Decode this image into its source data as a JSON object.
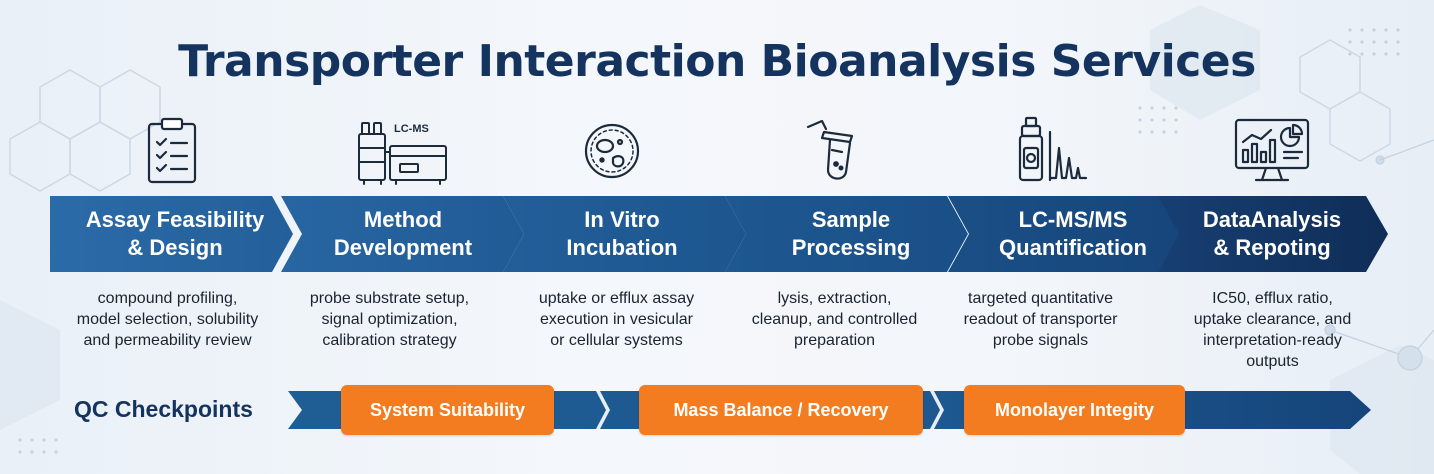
{
  "title": "Transporter Interaction Bioanalysis Services",
  "colors": {
    "title": "#14335e",
    "chevron_start": "#2a6aa6",
    "chevron_end": "#0f2d57",
    "qc_pill": "#f47c20",
    "icon_stroke": "#1b2b3c"
  },
  "steps": [
    {
      "icon": "clipboard-checklist-icon",
      "title_line1": "Assay Feasibility",
      "title_line2": "& Design",
      "desc_line1": "compound profiling,",
      "desc_line2": "model selection, solubility",
      "desc_line3": "and permeability review",
      "desc_line4": ""
    },
    {
      "icon": "lc-ms-instrument-icon",
      "icon_label": "LC-MS",
      "title_line1": "Method",
      "title_line2": "Development",
      "desc_line1": "probe substrate setup,",
      "desc_line2": "signal optimization,",
      "desc_line3": "calibration strategy",
      "desc_line4": ""
    },
    {
      "icon": "cell-dish-icon",
      "title_line1": "In Vitro",
      "title_line2": "Incubation",
      "desc_line1": "uptake or efflux assay",
      "desc_line2": "execution in vesicular",
      "desc_line3": "or cellular systems",
      "desc_line4": ""
    },
    {
      "icon": "sample-tube-icon",
      "title_line1": "Sample",
      "title_line2": "Processing",
      "desc_line1": "lysis, extraction,",
      "desc_line2": "cleanup, and controlled",
      "desc_line3": "preparation",
      "desc_line4": ""
    },
    {
      "icon": "vial-chromatogram-icon",
      "title_line1": "LC-MS/MS",
      "title_line2": "Quantification",
      "desc_line1": "targeted quantitative",
      "desc_line2": "readout of transporter",
      "desc_line3": "probe signals",
      "desc_line4": ""
    },
    {
      "icon": "analytics-monitor-icon",
      "title_line1": "DataAnalysis",
      "title_line2": "& Repoting",
      "desc_line1": "IC50, efflux ratio,",
      "desc_line2": "uptake clearance, and",
      "desc_line3": "interpretation-ready",
      "desc_line4": "outputs"
    }
  ],
  "qc": {
    "label": "QC Checkpoints",
    "checkpoints": [
      "System Suitability",
      "Mass Balance / Recovery",
      "Monolayer Integity"
    ]
  }
}
